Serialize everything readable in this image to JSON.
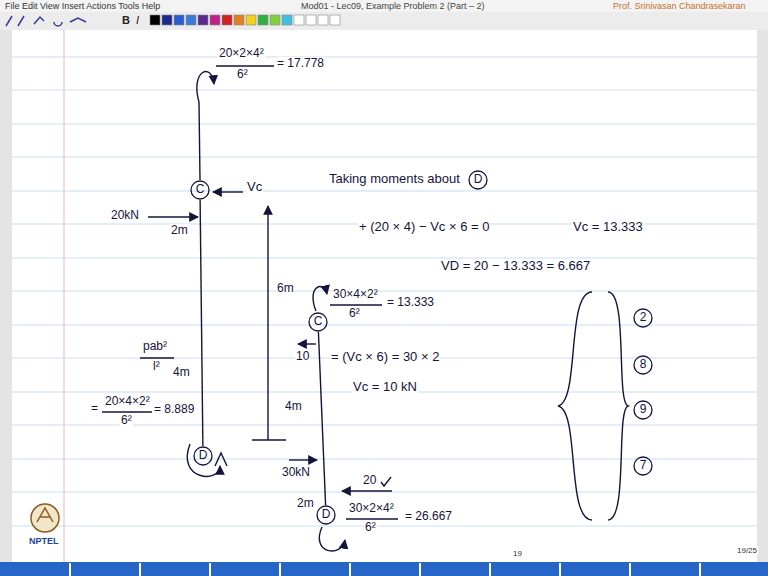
{
  "diagram": {
    "nodes": [
      {
        "text": [
          "C"
        ]
      },
      {
        "text": [
          "D"
        ]
      },
      {
        "text": [
          "D"
        ]
      },
      {
        "text": [
          "C"
        ]
      },
      {
        "text": [
          "D"
        ]
      },
      {
        "text": [
          "2"
        ]
      },
      {
        "text": [
          "8"
        ]
      },
      {
        "text": [
          "9"
        ]
      },
      {
        "text": [
          "7"
        ]
      }
    ],
    "edges": [
      {
        "from": 0,
        "to": 1,
        "arrow": "none"
      },
      {
        "from": 3,
        "to": 4,
        "arrow": "none"
      }
    ],
    "labels": [
      "File Edit View Insert Actions Tools Help",
      "Mod01 - Lec09, Example Problem 2 (Part – 2)",
      "Prof. Srinivasan Chandrasekaran",
      "B",
      "I",
      "20×2×4²",
      "6²",
      "= 17.778",
      "Vc",
      "20kN",
      "2m",
      "6m",
      "4m",
      "pab²",
      "l²",
      "=",
      "20×4×2²",
      "6²",
      "= 8.889",
      "Taking moments about",
      "+ (20 × 4) − Vc × 6 = 0",
      "Vc = 13.333",
      "VD = 20 − 13.333 = 6.667",
      "30×4×2²",
      "6²",
      "= 13.333",
      "10",
      "= (Vc × 6) = 30 × 2",
      "Vc = 10 kN",
      "4m",
      "30kN",
      "2m",
      "20",
      "30×2×4²",
      "6²",
      "= 26.667",
      "NPTEL",
      "19",
      "19/25"
    ]
  }
}
